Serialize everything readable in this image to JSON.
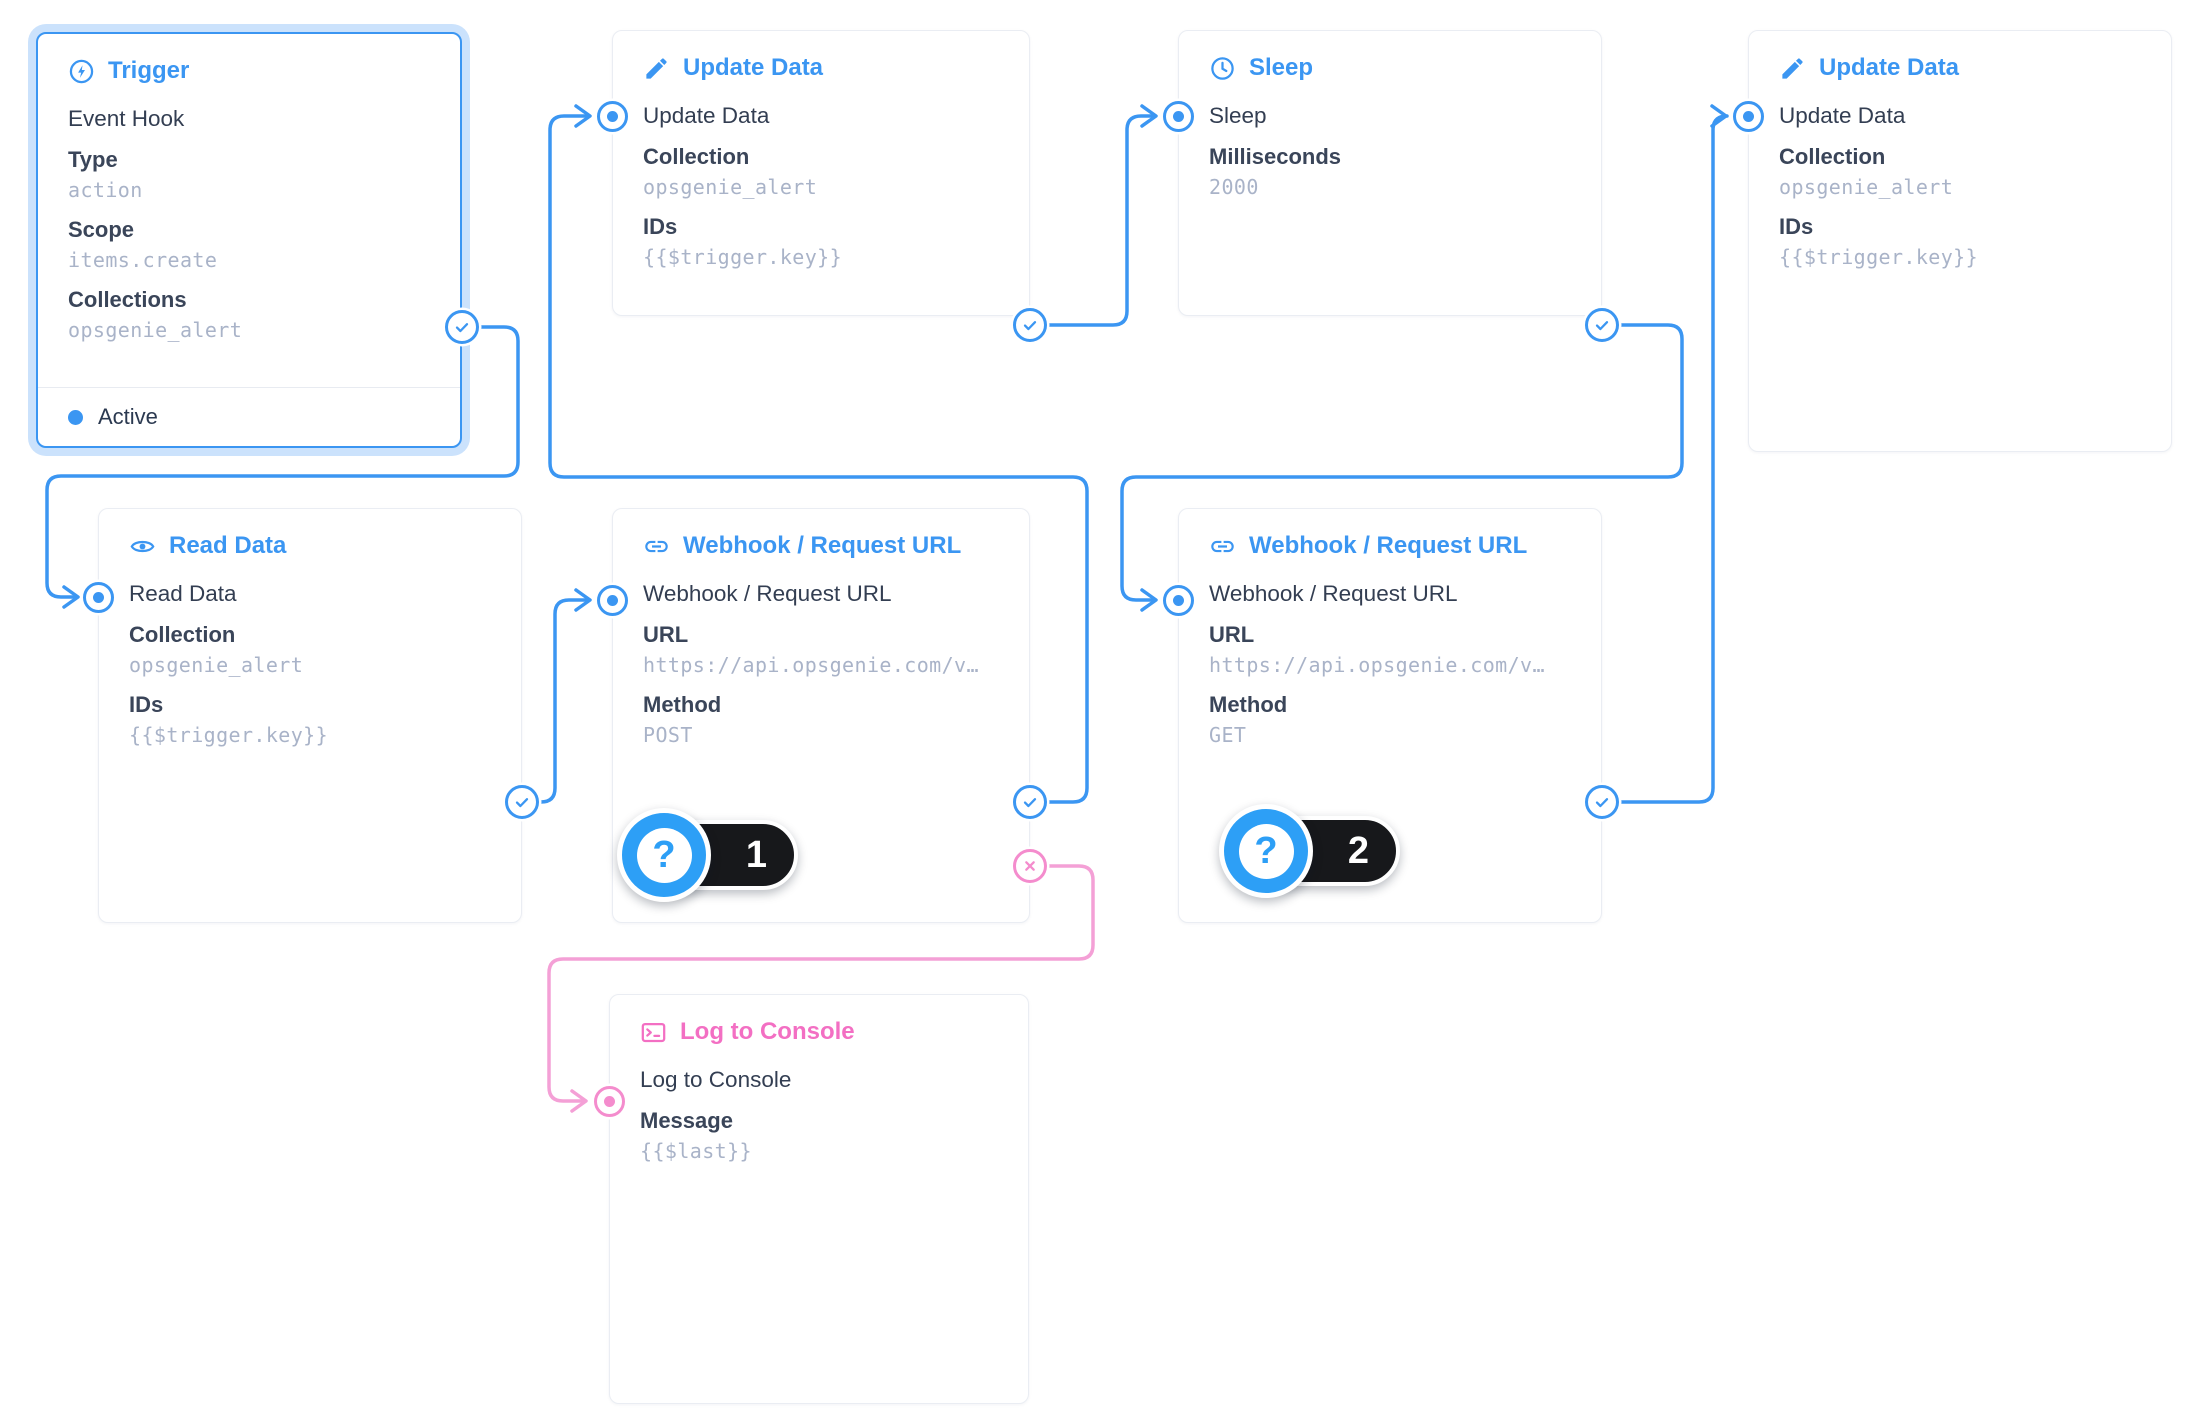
{
  "app": {
    "view": "flow-editor-canvas"
  },
  "colors": {
    "accent_blue": "#3b96f2",
    "badge_blue": "#2d9ff6",
    "accent_pink": "#f36fc3",
    "pink_line": "#f4a0d6",
    "value_gray": "#a9b3c8",
    "label_dark": "#3a4559",
    "card_border": "#eaedf3",
    "badge_black": "#17181b"
  },
  "nodes": [
    {
      "id": "trigger",
      "icon": "bolt-circle",
      "title": "Trigger",
      "accent": "blue",
      "selected": true,
      "name_line": "Event Hook",
      "fields": [
        {
          "label": "Type",
          "value": "action"
        },
        {
          "label": "Scope",
          "value": "items.create"
        },
        {
          "label": "Collections",
          "value": "opsgenie_alert"
        }
      ],
      "status": "Active"
    },
    {
      "id": "update-data-1",
      "icon": "pencil",
      "title": "Update Data",
      "accent": "blue",
      "name_line": "Update Data",
      "fields": [
        {
          "label": "Collection",
          "value": "opsgenie_alert"
        },
        {
          "label": "IDs",
          "value": "{{$trigger.key}}"
        }
      ]
    },
    {
      "id": "sleep",
      "icon": "clock",
      "title": "Sleep",
      "accent": "blue",
      "name_line": "Sleep",
      "fields": [
        {
          "label": "Milliseconds",
          "value": "2000"
        }
      ]
    },
    {
      "id": "update-data-2",
      "icon": "pencil",
      "title": "Update Data",
      "accent": "blue",
      "name_line": "Update Data",
      "fields": [
        {
          "label": "Collection",
          "value": "opsgenie_alert"
        },
        {
          "label": "IDs",
          "value": "{{$trigger.key}}"
        }
      ]
    },
    {
      "id": "read-data",
      "icon": "eye",
      "title": "Read Data",
      "accent": "blue",
      "name_line": "Read Data",
      "fields": [
        {
          "label": "Collection",
          "value": "opsgenie_alert"
        },
        {
          "label": "IDs",
          "value": "{{$trigger.key}}"
        }
      ]
    },
    {
      "id": "webhook-1",
      "icon": "link",
      "title": "Webhook / Request URL",
      "accent": "blue",
      "name_line": "Webhook / Request URL",
      "fields": [
        {
          "label": "URL",
          "value": "https://api.opsgenie.com/v…"
        },
        {
          "label": "Method",
          "value": "POST"
        }
      ]
    },
    {
      "id": "webhook-2",
      "icon": "link",
      "title": "Webhook / Request URL",
      "accent": "blue",
      "name_line": "Webhook / Request URL",
      "fields": [
        {
          "label": "URL",
          "value": "https://api.opsgenie.com/v…"
        },
        {
          "label": "Method",
          "value": "GET"
        }
      ]
    },
    {
      "id": "log-console",
      "icon": "terminal",
      "title": "Log to Console",
      "accent": "pink",
      "name_line": "Log to Console",
      "fields": [
        {
          "label": "Message",
          "value": "{{$last}}"
        }
      ]
    }
  ],
  "connections": [
    {
      "from": "trigger",
      "from_port": "resolve",
      "to": "read-data",
      "color": "blue"
    },
    {
      "from": "read-data",
      "from_port": "resolve",
      "to": "webhook-1",
      "color": "blue"
    },
    {
      "from": "webhook-1",
      "from_port": "resolve",
      "to": "update-data-1",
      "color": "blue"
    },
    {
      "from": "update-data-1",
      "from_port": "resolve",
      "to": "sleep",
      "color": "blue"
    },
    {
      "from": "sleep",
      "from_port": "resolve",
      "to": "webhook-2",
      "color": "blue"
    },
    {
      "from": "webhook-2",
      "from_port": "resolve",
      "to": "update-data-2",
      "color": "blue"
    },
    {
      "from": "webhook-1",
      "from_port": "reject",
      "to": "log-console",
      "color": "pink"
    }
  ],
  "badges": [
    {
      "node": "webhook-1",
      "icon": "question-mark",
      "glyph": "?",
      "label": "1"
    },
    {
      "node": "webhook-2",
      "icon": "question-mark",
      "glyph": "?",
      "label": "2"
    }
  ]
}
